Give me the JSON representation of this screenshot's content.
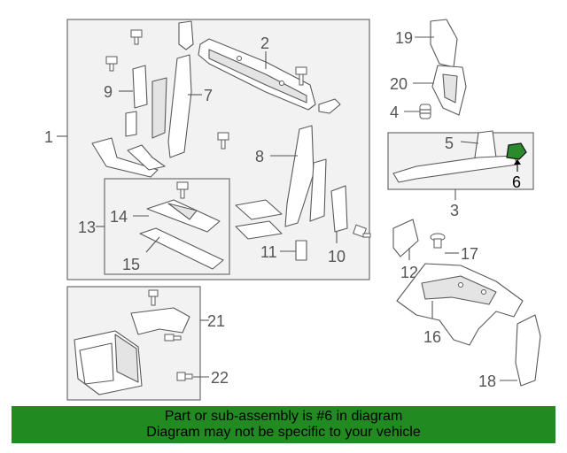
{
  "callouts": {
    "c1": "1",
    "c2": "2",
    "c3": "3",
    "c4": "4",
    "c5": "5",
    "c6": "6",
    "c7": "7",
    "c8": "8",
    "c9": "9",
    "c10": "10",
    "c11": "11",
    "c12": "12",
    "c13": "13",
    "c14": "14",
    "c15": "15",
    "c16": "16",
    "c17": "17",
    "c18": "18",
    "c19": "19",
    "c20": "20",
    "c21": "21",
    "c22": "22"
  },
  "highlight": {
    "part_number": "6",
    "color": "#2b8a2b"
  },
  "banner": {
    "line1": "Part or sub-assembly is #6 in diagram",
    "line2": "Diagram may not be specific to your vehicle",
    "color": "#218a21"
  }
}
